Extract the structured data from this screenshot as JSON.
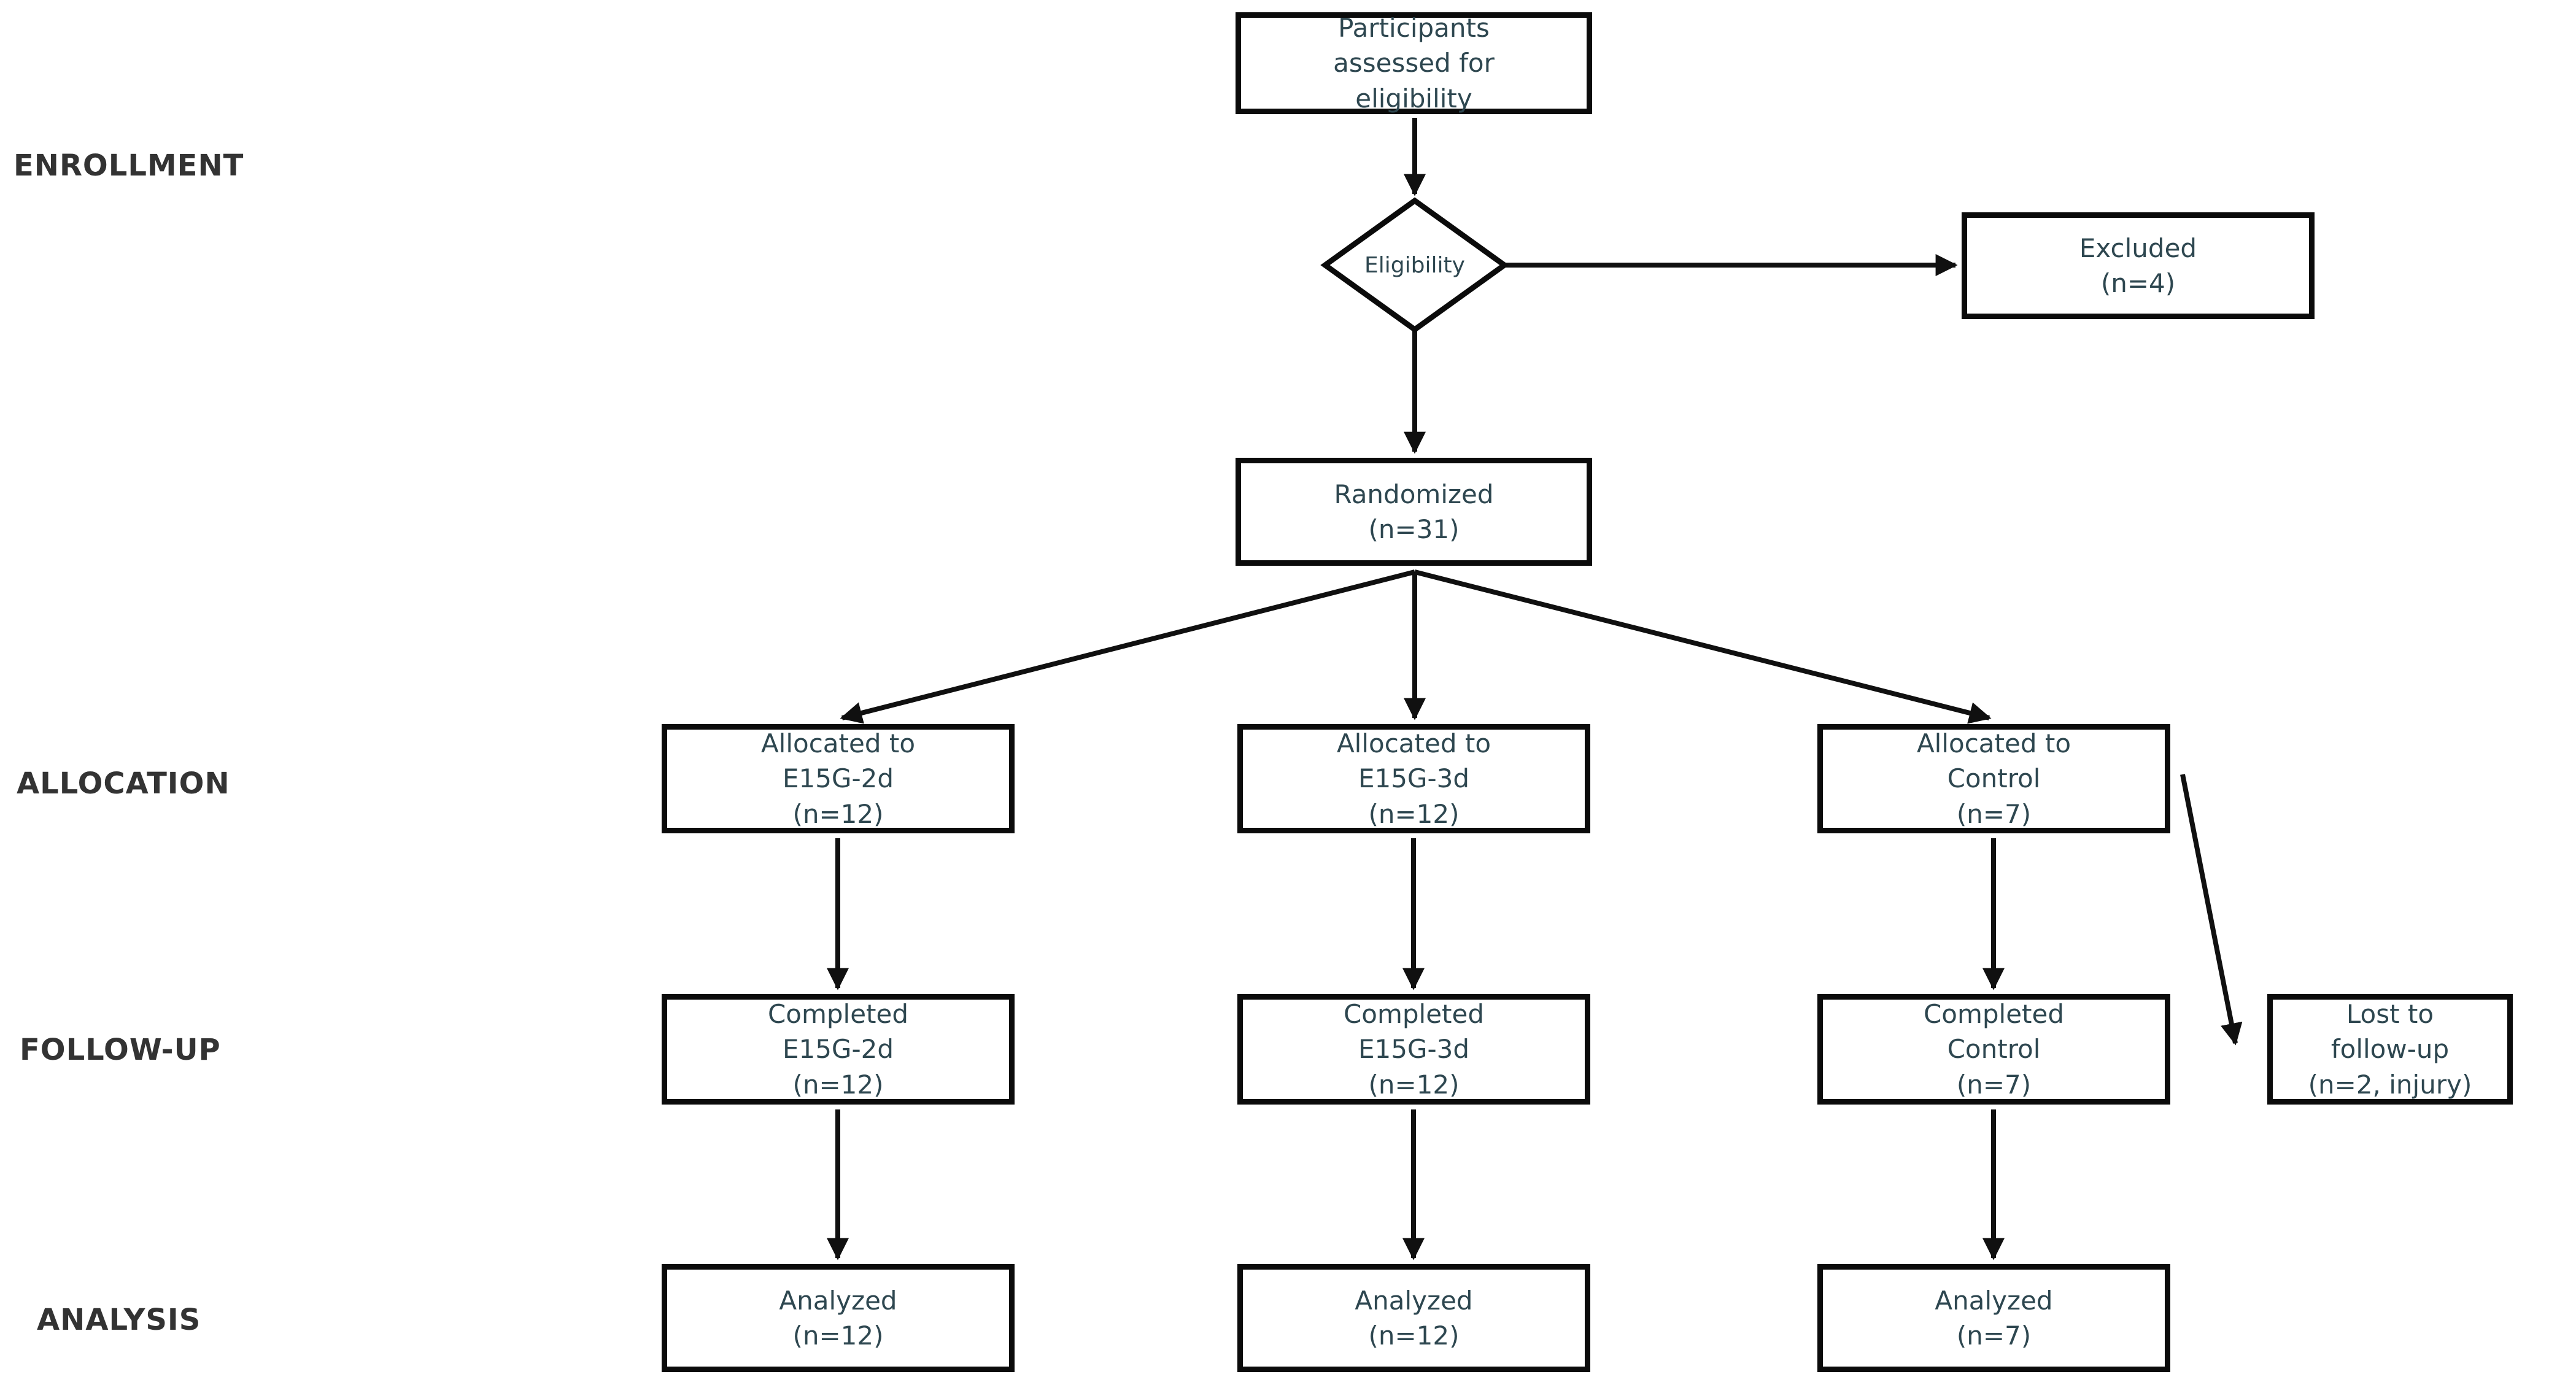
{
  "colors": {
    "background": "#ffffff",
    "box_border": "#0b0b0b",
    "box_text": "#2e4750",
    "stage_label_text": "#333333",
    "arrow": "#101010"
  },
  "stages": {
    "enrollment": "ENROLLMENT",
    "allocation": "ALLOCATION",
    "followup": "FOLLOW-UP",
    "analysis": "ANALYSIS"
  },
  "nodes": {
    "assessed": "Participants\nassessed for\neligibility",
    "eligibility": "Eligibility",
    "excluded": "Excluded\n(n=4)",
    "randomized": "Randomized\n(n=31)",
    "alloc_e15g2d": "Allocated to\nE15G-2d\n(n=12)",
    "alloc_e15g3d": "Allocated to\nE15G-3d\n(n=12)",
    "alloc_control": "Allocated to\nControl\n(n=7)",
    "completed_e15g2d": "Completed\nE15G-2d\n(n=12)",
    "completed_e15g3d": "Completed\nE15G-3d\n(n=12)",
    "completed_control": "Completed\nControl\n(n=7)",
    "lost_followup": "Lost to\nfollow-up\n(n=2, injury)",
    "analyzed_e15g2d": "Analyzed\n(n=12)",
    "analyzed_e15g3d": "Analyzed\n(n=12)",
    "analyzed_control": "Analyzed\n(n=7)"
  }
}
